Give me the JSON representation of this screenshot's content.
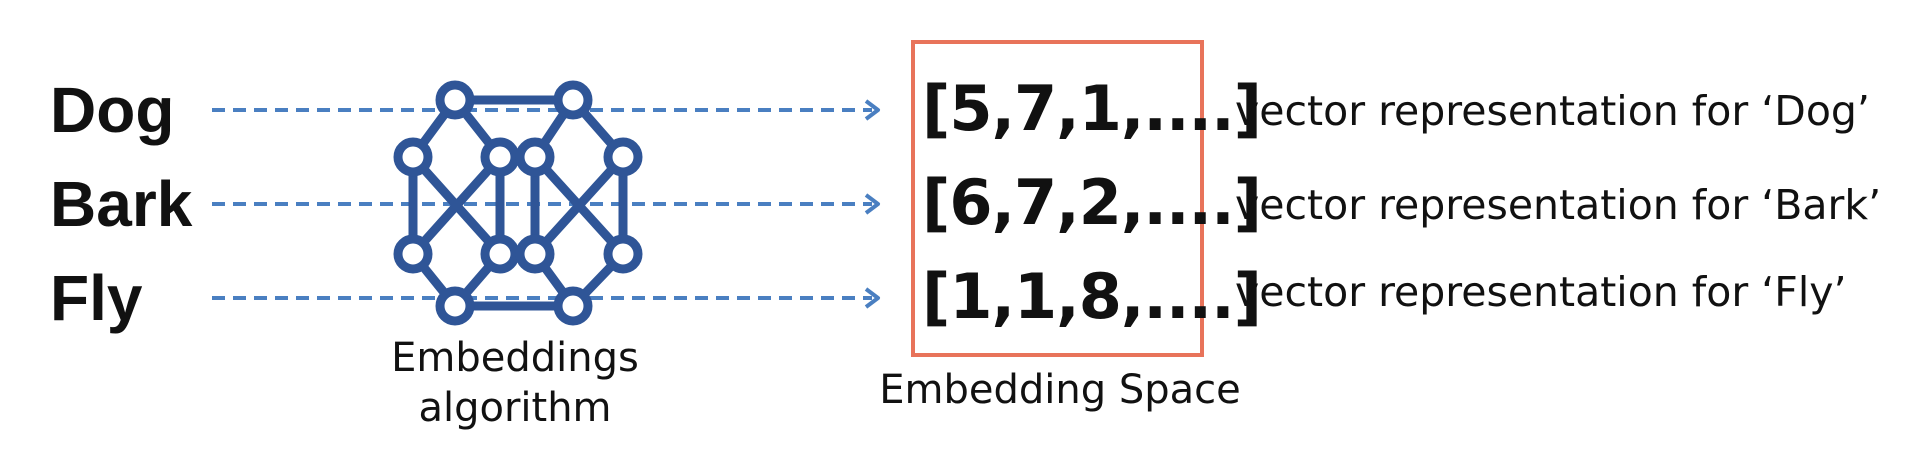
{
  "words": [
    "Dog",
    "Bark",
    "Fly"
  ],
  "vectors": [
    "[5,7,1,....]",
    "[6,7,2,....]",
    "[1,1,8,....]"
  ],
  "descriptions": [
    "vector representation for ‘Dog’",
    "vector representation for ‘Bark’",
    "vector representation for ‘Fly’"
  ],
  "algorithm_label_line1": "Embeddings",
  "algorithm_label_line2": "algorithm",
  "space_label": "Embedding Space",
  "icons": {
    "algorithm": "neural-network-icon"
  },
  "colors": {
    "arrow": "#4a7fc1",
    "network": "#2f5597",
    "box": "#e8735a",
    "text": "#111111"
  }
}
